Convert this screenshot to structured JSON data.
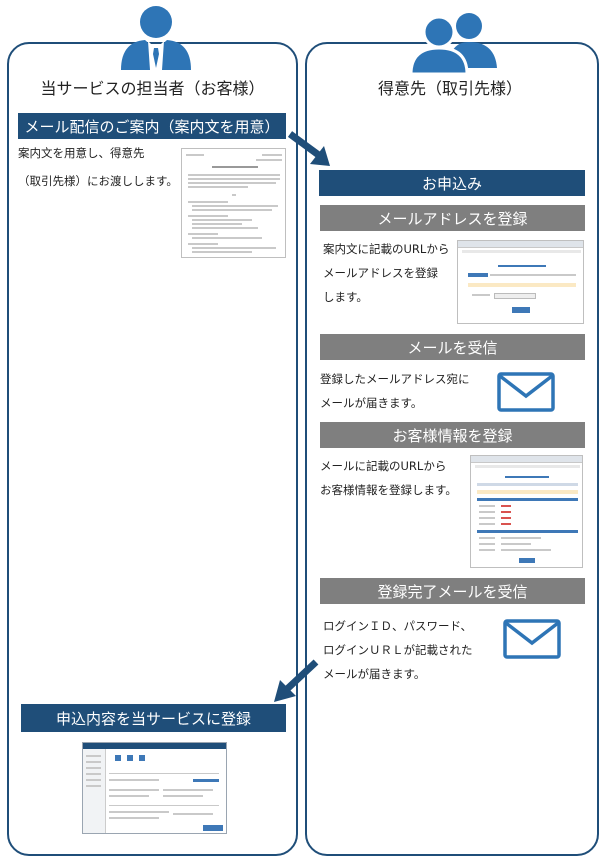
{
  "left_column": {
    "title": "当サービスの担当者（お客様）",
    "step1_heading": "メール配信のご案内（案内文を用意）",
    "step1_text_line1": "案内文を用意し、得意先",
    "step1_text_line2": "（取引先様）にお渡しします。",
    "final_heading": "申込内容を当サービスに登録"
  },
  "right_column": {
    "title": "得意先（取引先様）",
    "apply_heading": "お申込み",
    "steps": [
      {
        "heading": "メールアドレスを登録",
        "line1": "案内文に記載のURLから",
        "line2": "メールアドレスを登録",
        "line3": "します。"
      },
      {
        "heading": "メールを受信",
        "line1": "登録したメールアドレス宛に",
        "line2": "メールが届きます。"
      },
      {
        "heading": "お客様情報を登録",
        "line1": "メールに記載のURLから",
        "line2": "お客様情報を登録します。"
      },
      {
        "heading": "登録完了メールを受信",
        "line1": "ログインＩＤ、パスワード、",
        "line2": "ログインＵＲＬが記載された",
        "line3": "メールが届きます。"
      }
    ]
  },
  "icons": {
    "left_person": "person-with-tie-icon",
    "right_people": "two-people-icon",
    "mail": "envelope-icon",
    "arrow": "diagonal-arrow-icon"
  },
  "colors": {
    "primary": "#1f4e79",
    "gray_bar": "#7f7f7f",
    "icon_blue": "#2e75b6"
  }
}
